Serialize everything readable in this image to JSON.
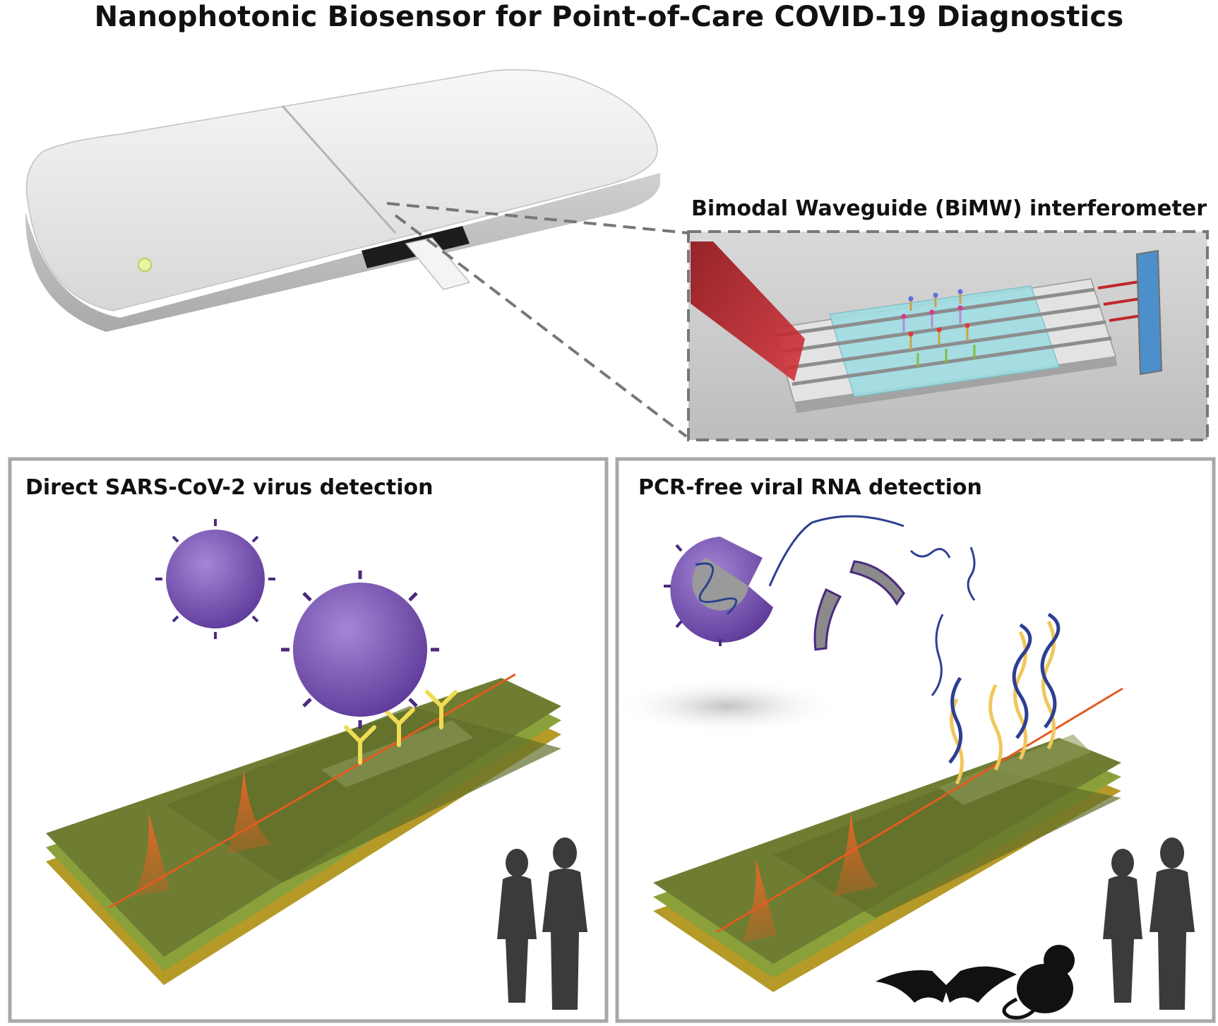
{
  "title": "Nanophotonic Biosensor for Point-of-Care COVID-19 Diagnostics",
  "zoom_panel": {
    "label": "Bimodal Waveguide (BiMW) interferometer"
  },
  "panels": [
    {
      "label": "Direct SARS-CoV-2 virus detection"
    },
    {
      "label": "PCR-free viral RNA detection"
    }
  ],
  "colors": {
    "device_body": "#e6e6e6",
    "virus": "#7b52b8",
    "virus_spike": "#4a2a7d",
    "chip_top": "#6e7d32",
    "chip_side": "#b59a28",
    "antibody": "#f0dc55",
    "laser": "#c0272d",
    "detector": "#4d8fca",
    "sensing_window": "#9fdde3",
    "panel_border": "#a8a8a8",
    "silhouette": "#3b3b3b"
  }
}
